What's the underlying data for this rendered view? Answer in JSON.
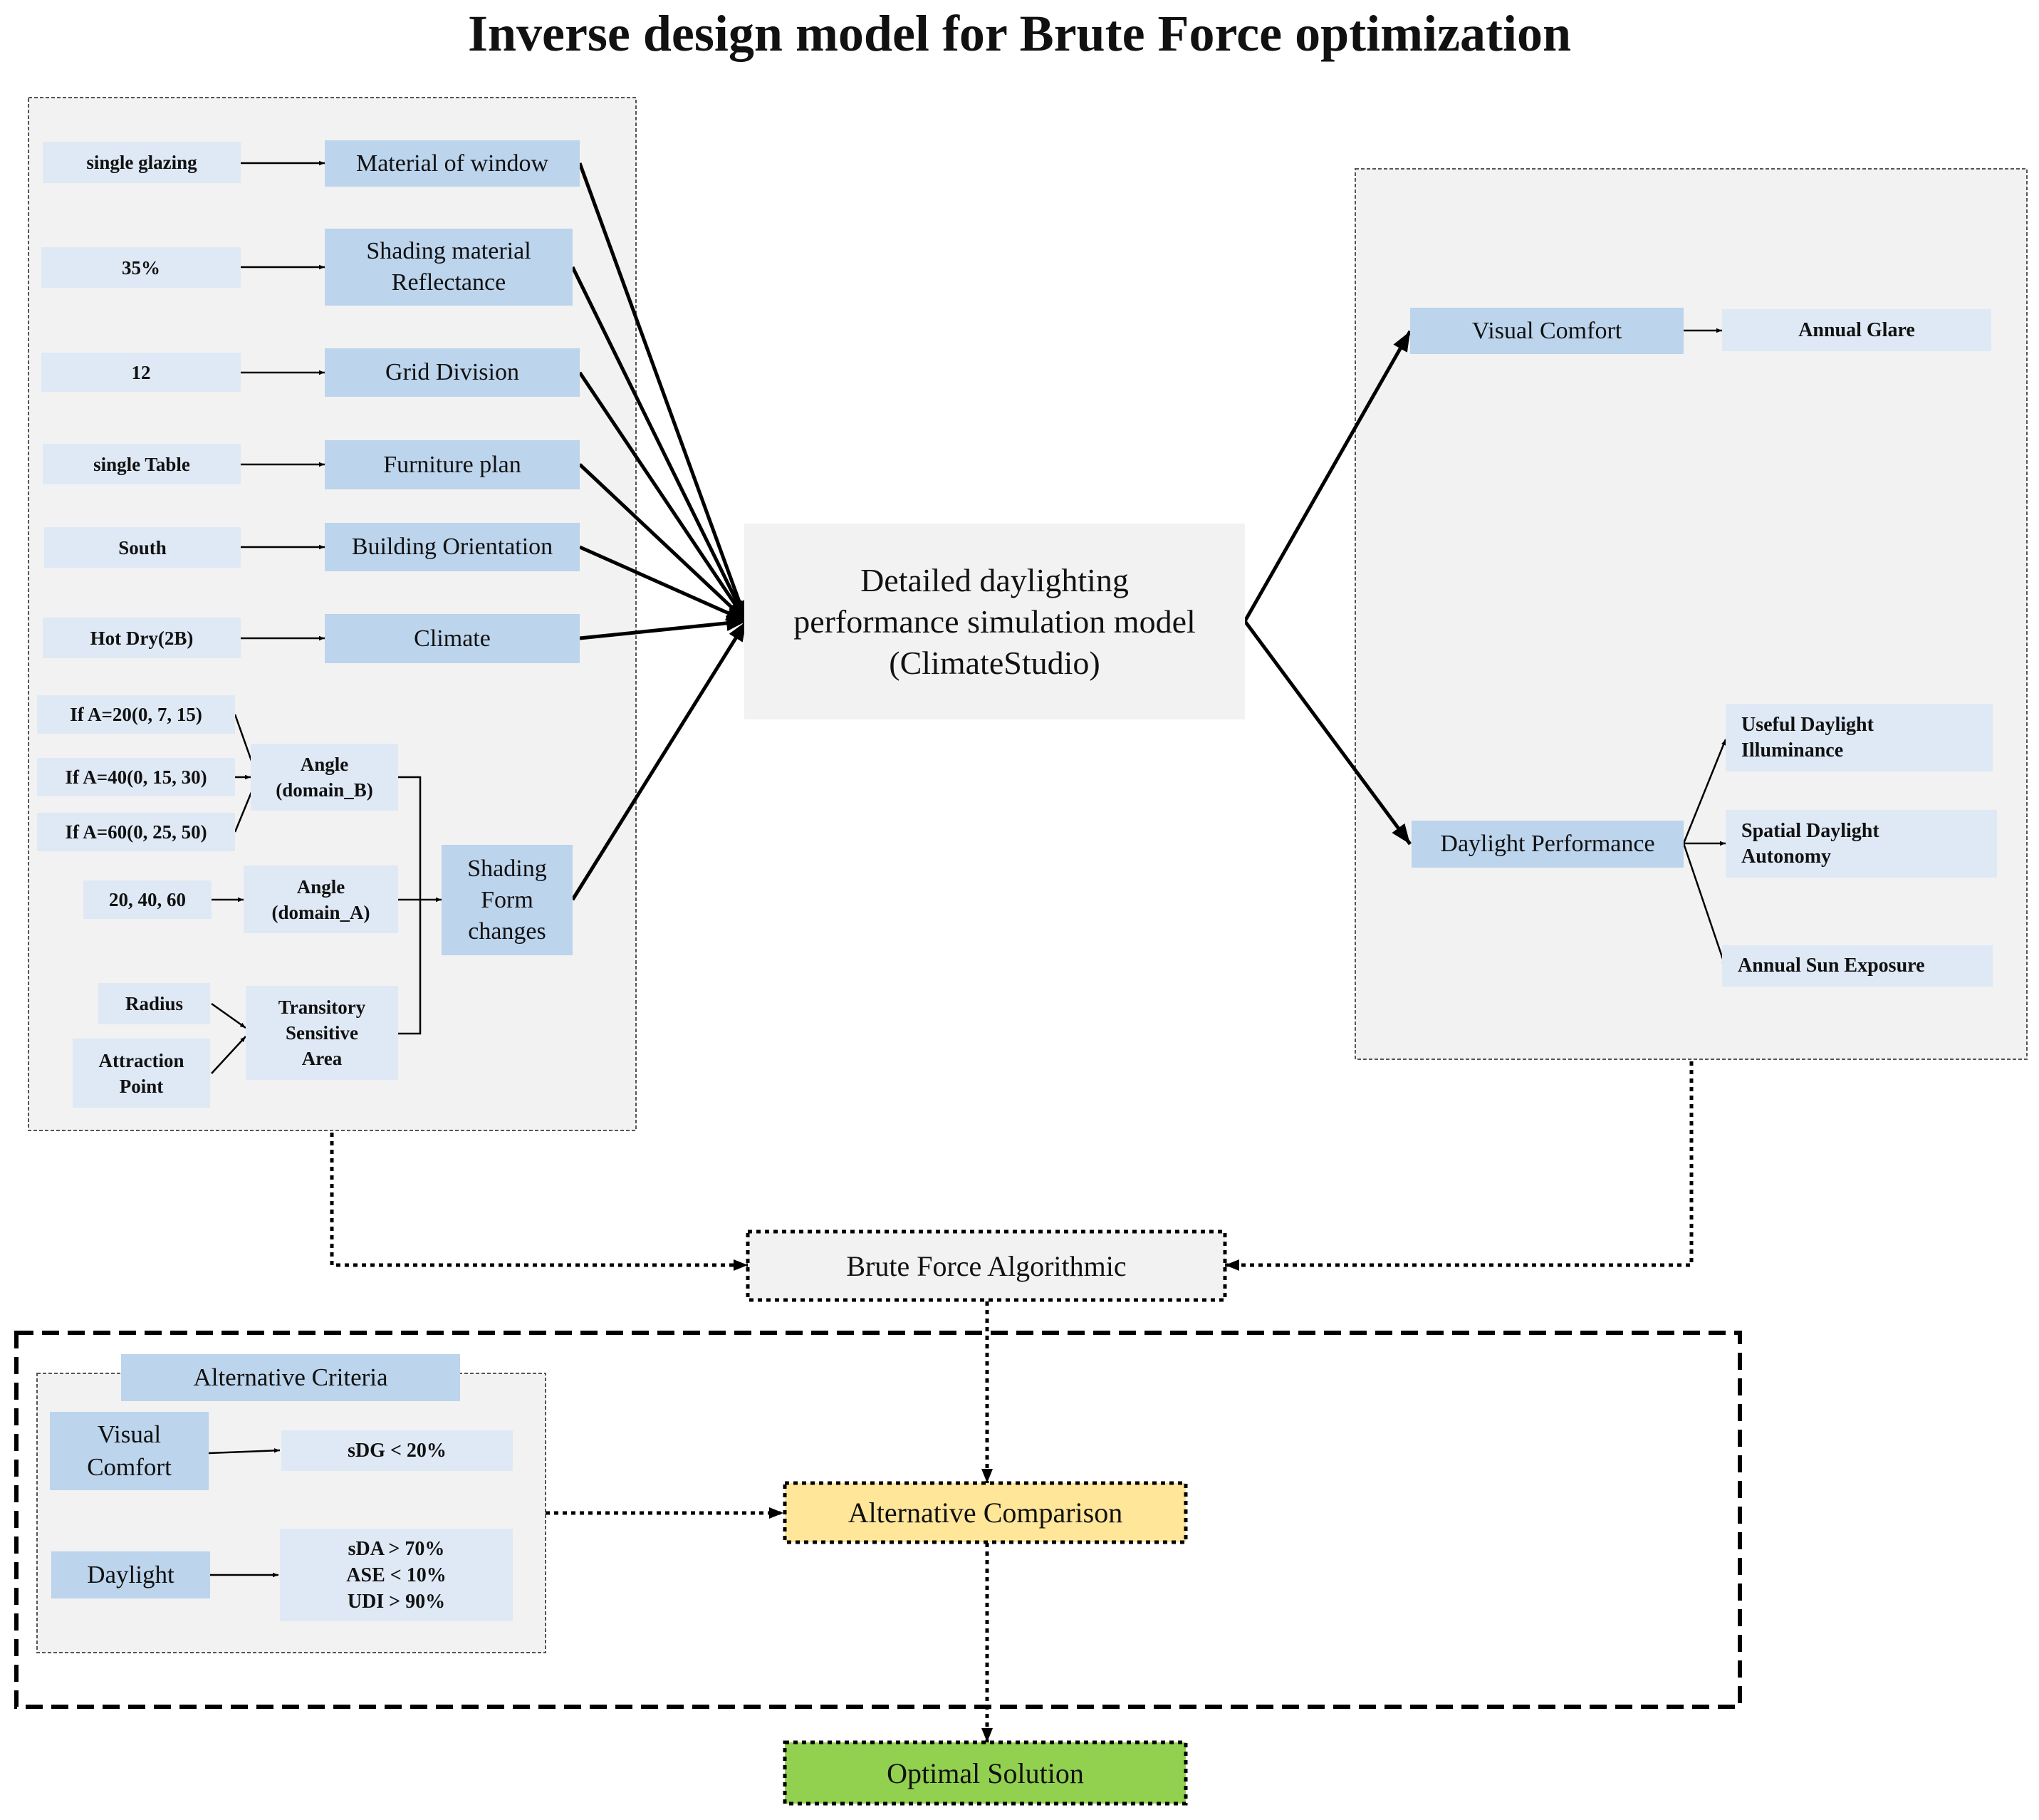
{
  "title": "Inverse design model for Brute Force optimization",
  "inputs": {
    "values": [
      "single glazing",
      "35%",
      "12",
      "single Table",
      "South",
      "Hot Dry(2B)"
    ],
    "parameters": [
      "Material of window",
      "Shading material\nReflectance",
      "Grid Division",
      "Furniture plan",
      "Building Orientation",
      "Climate"
    ]
  },
  "shading": {
    "angle_b_values": [
      "If A=20(0, 7, 15)",
      "If A=40(0, 15, 30)",
      "If A=60(0, 25, 50)"
    ],
    "angle_b": "Angle\n(domain_B)",
    "angle_a_value": "20, 40, 60",
    "angle_a": "Angle\n(domain_A)",
    "radius": "Radius",
    "attraction_point": "Attraction\nPoint",
    "transitory": "Transitory\nSensitive\nArea",
    "form_changes": "Shading\nForm\nchanges"
  },
  "simulation": "Detailed daylighting\nperformance simulation model\n(ClimateStudio)",
  "outputs": {
    "visual_comfort": "Visual Comfort",
    "annual_glare": "Annual Glare",
    "daylight_performance": "Daylight Performance",
    "udi": "Useful Daylight\nIlluminance",
    "sda": "Spatial Daylight\nAutonomy",
    "ase": "Annual Sun Exposure"
  },
  "algorithm": "Brute Force Algorithmic",
  "criteria": {
    "title": "Alternative Criteria",
    "visual_comfort": "Visual\nComfort",
    "visual_value": "sDG < 20%",
    "daylight": "Daylight",
    "daylight_values": "sDA > 70%\nASE < 10%\nUDI > 90%"
  },
  "comparison": "Alternative Comparison",
  "optimal": "Optimal Solution",
  "colors": {
    "panel": "#f2f2f2",
    "light_blue": "#dfe9f5",
    "mid_blue": "#bcd4ec",
    "comparison": "#ffe699",
    "optimal": "#92d050"
  }
}
